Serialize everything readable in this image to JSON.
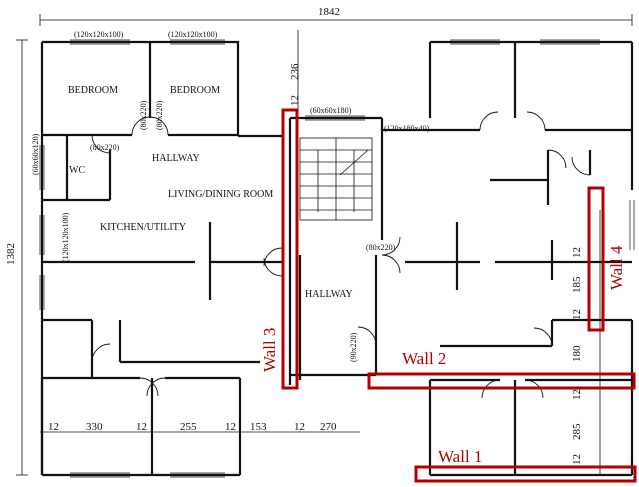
{
  "colors": {
    "wall_highlight": "#b00000",
    "line": "#111111",
    "background": "#ffffff"
  },
  "dimensions": {
    "overall_width": "1842",
    "overall_height": "1382",
    "top_right_236": "236",
    "top_right_12": "12",
    "bottom_row": [
      "12",
      "330",
      "12",
      "255",
      "12",
      "153",
      "12",
      "270"
    ],
    "right_col": [
      "12",
      "185",
      "12",
      "180",
      "12",
      "285",
      "12"
    ]
  },
  "rooms": {
    "bedroom_1": "BEDROOM",
    "bedroom_2": "BEDROOM",
    "hallway_upper": "HALLWAY",
    "wc": "WC",
    "living_dining": "LIVING/DINING ROOM",
    "kitchen_utility": "KITCHEN/UTILITY",
    "hallway_center": "HALLWAY"
  },
  "openings": {
    "win_top_1": "(120x120x100)",
    "win_top_2": "(120x120x100)",
    "door_80_220_a": "(80x220)",
    "door_80_220_b": "(80x220)",
    "door_80_220_c": "(80x220)",
    "win_left_1": "(60x60x120)",
    "win_left_2": "(120x120x100)",
    "win_stair_top": "(60x60x180)",
    "win_stair_right": "(120x180x40)",
    "door_hall": "(80x220)",
    "door_lower": "(90x220)"
  },
  "walls": {
    "wall_1": "Wall 1",
    "wall_2": "Wall 2",
    "wall_3": "Wall 3",
    "wall_4": "Wall 4"
  }
}
